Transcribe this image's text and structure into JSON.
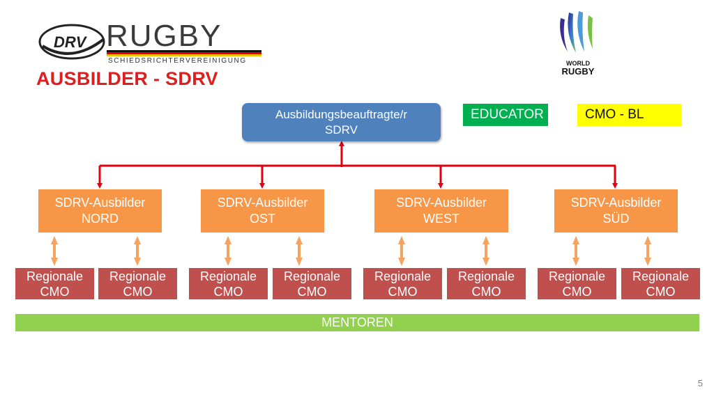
{
  "header": {
    "drv_logo_text": "DRV",
    "rugby_logo_text": "RUGBY",
    "logo_subtitle": "SCHIEDSRICHTERVEREINIGUNG",
    "world_rugby_line1": "WORLD",
    "world_rugby_line2": "RUGBY"
  },
  "title": "AUSBILDER - SDRV",
  "legend": {
    "educator": "EDUCATOR",
    "cmo_bl": "CMO - BL"
  },
  "top_node": {
    "line1": "Ausbildungsbeauftragte/r",
    "line2": "SDRV"
  },
  "ausbilder": [
    {
      "line1": "SDRV-Ausbilder",
      "line2": "NORD"
    },
    {
      "line1": "SDRV-Ausbilder",
      "line2": "OST"
    },
    {
      "line1": "SDRV-Ausbilder",
      "line2": "WEST"
    },
    {
      "line1": "SDRV-Ausbilder",
      "line2": "SÜD"
    }
  ],
  "regionale": [
    {
      "line1": "Regionale",
      "line2": "CMO"
    },
    {
      "line1": "Regionale",
      "line2": "CMO"
    },
    {
      "line1": "Regionale",
      "line2": "CMO"
    },
    {
      "line1": "Regionale",
      "line2": "CMO"
    },
    {
      "line1": "Regionale",
      "line2": "CMO"
    },
    {
      "line1": "Regionale",
      "line2": "CMO"
    },
    {
      "line1": "Regionale",
      "line2": "CMO"
    },
    {
      "line1": "Regionale",
      "line2": "CMO"
    }
  ],
  "mentoren": "MENTOREN",
  "page_number": "5",
  "colors": {
    "title": "#dd1f1f",
    "top_node": "#4f81bd",
    "ausbilder": "#f79646",
    "regionale": "#c0504d",
    "educator": "#00b050",
    "cmo_bl": "#ffff00",
    "mentoren": "#92d050",
    "connector_red": "#e3000f",
    "connector_orange": "#f4a460"
  }
}
